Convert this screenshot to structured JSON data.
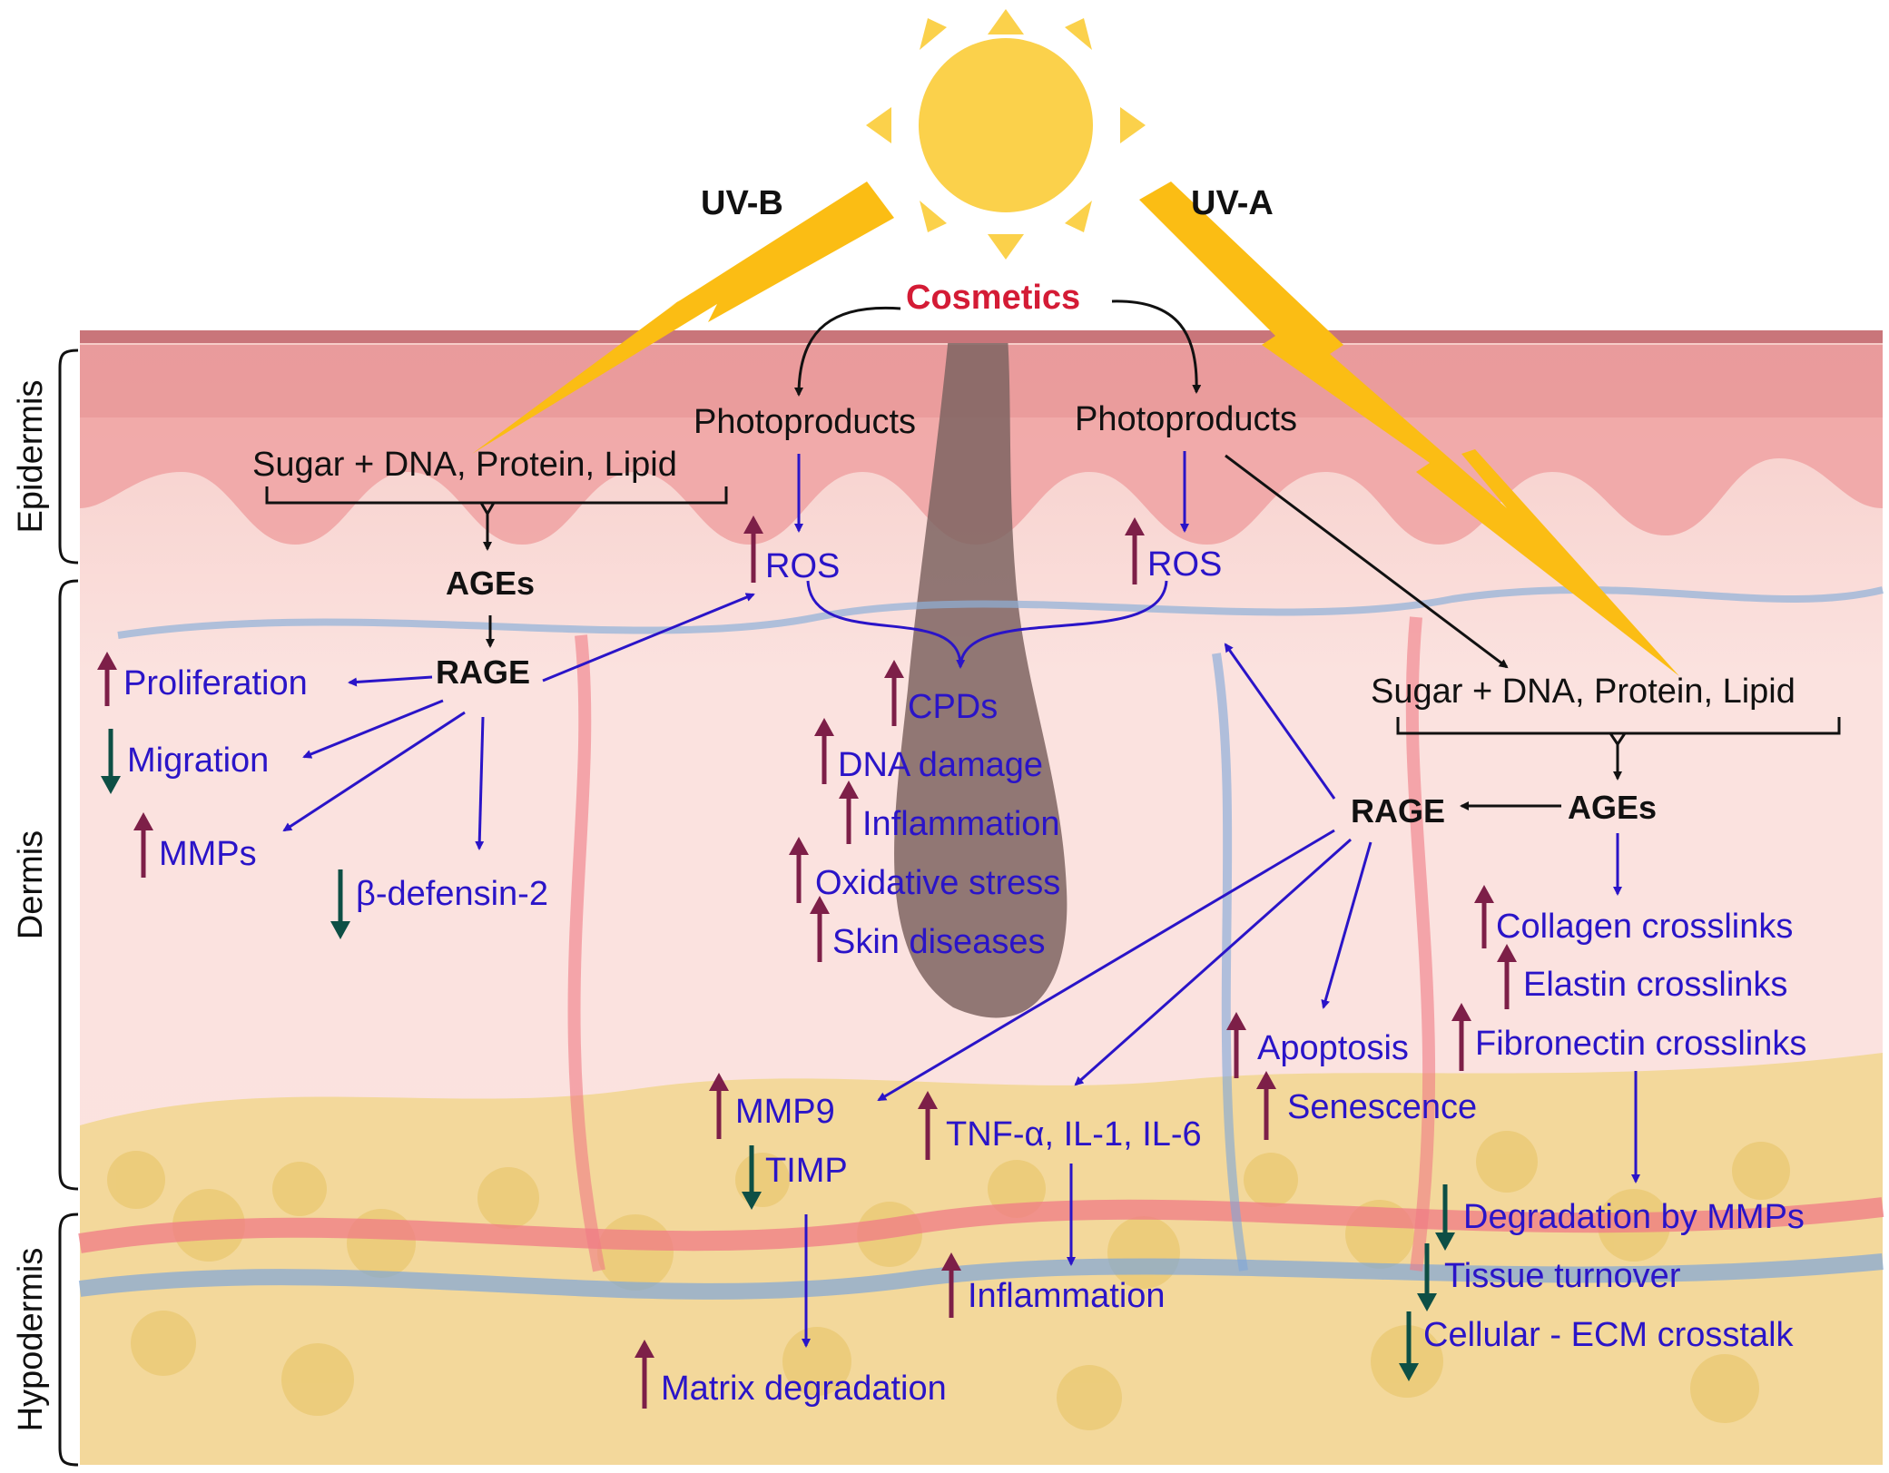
{
  "colors": {
    "label_blue": "#2a14c8",
    "cosmetics_red": "#d41b35",
    "up_arrow": "#7d1f48",
    "down_arrow": "#0d4f45",
    "sun": "#fbd14b",
    "uv_bolt": "#fbbd14",
    "skin_surface": "#c9757a"
  },
  "icons": {
    "sun": "sun-icon",
    "uv_a": "lightning-bolt-icon",
    "uv_b": "lightning-bolt-icon",
    "increase": "arrow-up-icon",
    "decrease": "arrow-down-icon"
  },
  "sources": {
    "uv_b": "UV-B",
    "uv_a": "UV-A",
    "cosmetics": "Cosmetics"
  },
  "layers": {
    "epidermis": "Epidermis",
    "dermis": "Dermis",
    "hypodermis": "Hypodermis"
  },
  "left_pathway": {
    "photoproducts": "Photoproducts",
    "reactants": "Sugar + DNA, Protein, Lipid",
    "ages": "AGEs",
    "rage": "RAGE",
    "ros": "ROS",
    "proliferation": "Proliferation",
    "migration": "Migration",
    "mmps": "MMPs",
    "beta_defensin": "β-defensin-2"
  },
  "center_effects": {
    "cpds": "CPDs",
    "dna_damage": "DNA damage",
    "inflammation": "Inflammation",
    "oxidative_stress": "Oxidative stress",
    "skin_diseases": "Skin diseases"
  },
  "right_pathway": {
    "photoproducts": "Photoproducts",
    "ros": "ROS",
    "reactants": "Sugar + DNA, Protein, Lipid",
    "ages": "AGEs",
    "rage": "RAGE",
    "collagen": "Collagen crosslinks",
    "elastin": "Elastin crosslinks",
    "fibronectin": "Fibronectin crosslinks",
    "degradation_mmps": "Degradation by MMPs",
    "tissue_turnover": "Tissue turnover",
    "cellular_ecm": "Cellular - ECM crosstalk",
    "apoptosis": "Apoptosis",
    "senescence": "Senescence",
    "mmp9": "MMP9",
    "timp": "TIMP",
    "cytokines": "TNF-α, IL-1, IL-6",
    "inflammation": "Inflammation",
    "matrix_degradation": "Matrix degradation"
  }
}
